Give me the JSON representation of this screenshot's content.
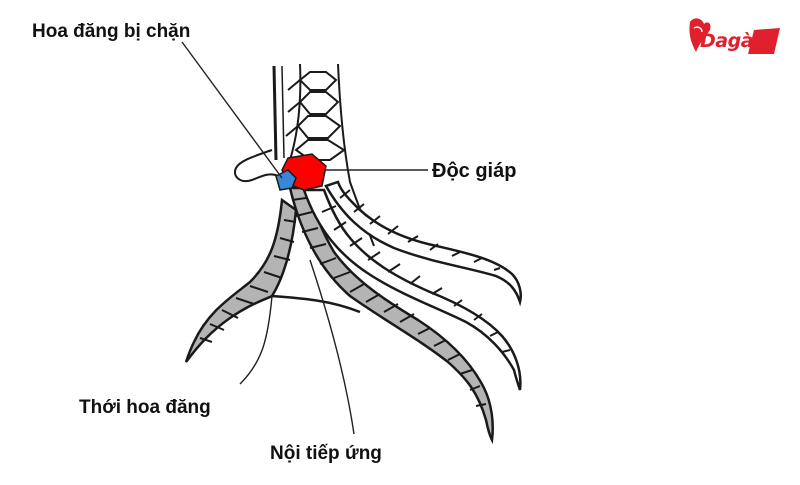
{
  "labels": {
    "blocked_spur": "Hoa đăng bị chặn",
    "single_scale": "Độc giáp",
    "spur_scale_line": "Thới hoa đăng",
    "inner_toe_line": "Nội tiếp ứng"
  },
  "logo": {
    "text": "Dagà3"
  },
  "colors": {
    "single_scale": "#ff0000",
    "blocked_spur": "#3a86d8",
    "toe_scale_fill": "#b4b4b4",
    "outline": "#1a1a1a",
    "logo_red": "#e0202c"
  }
}
